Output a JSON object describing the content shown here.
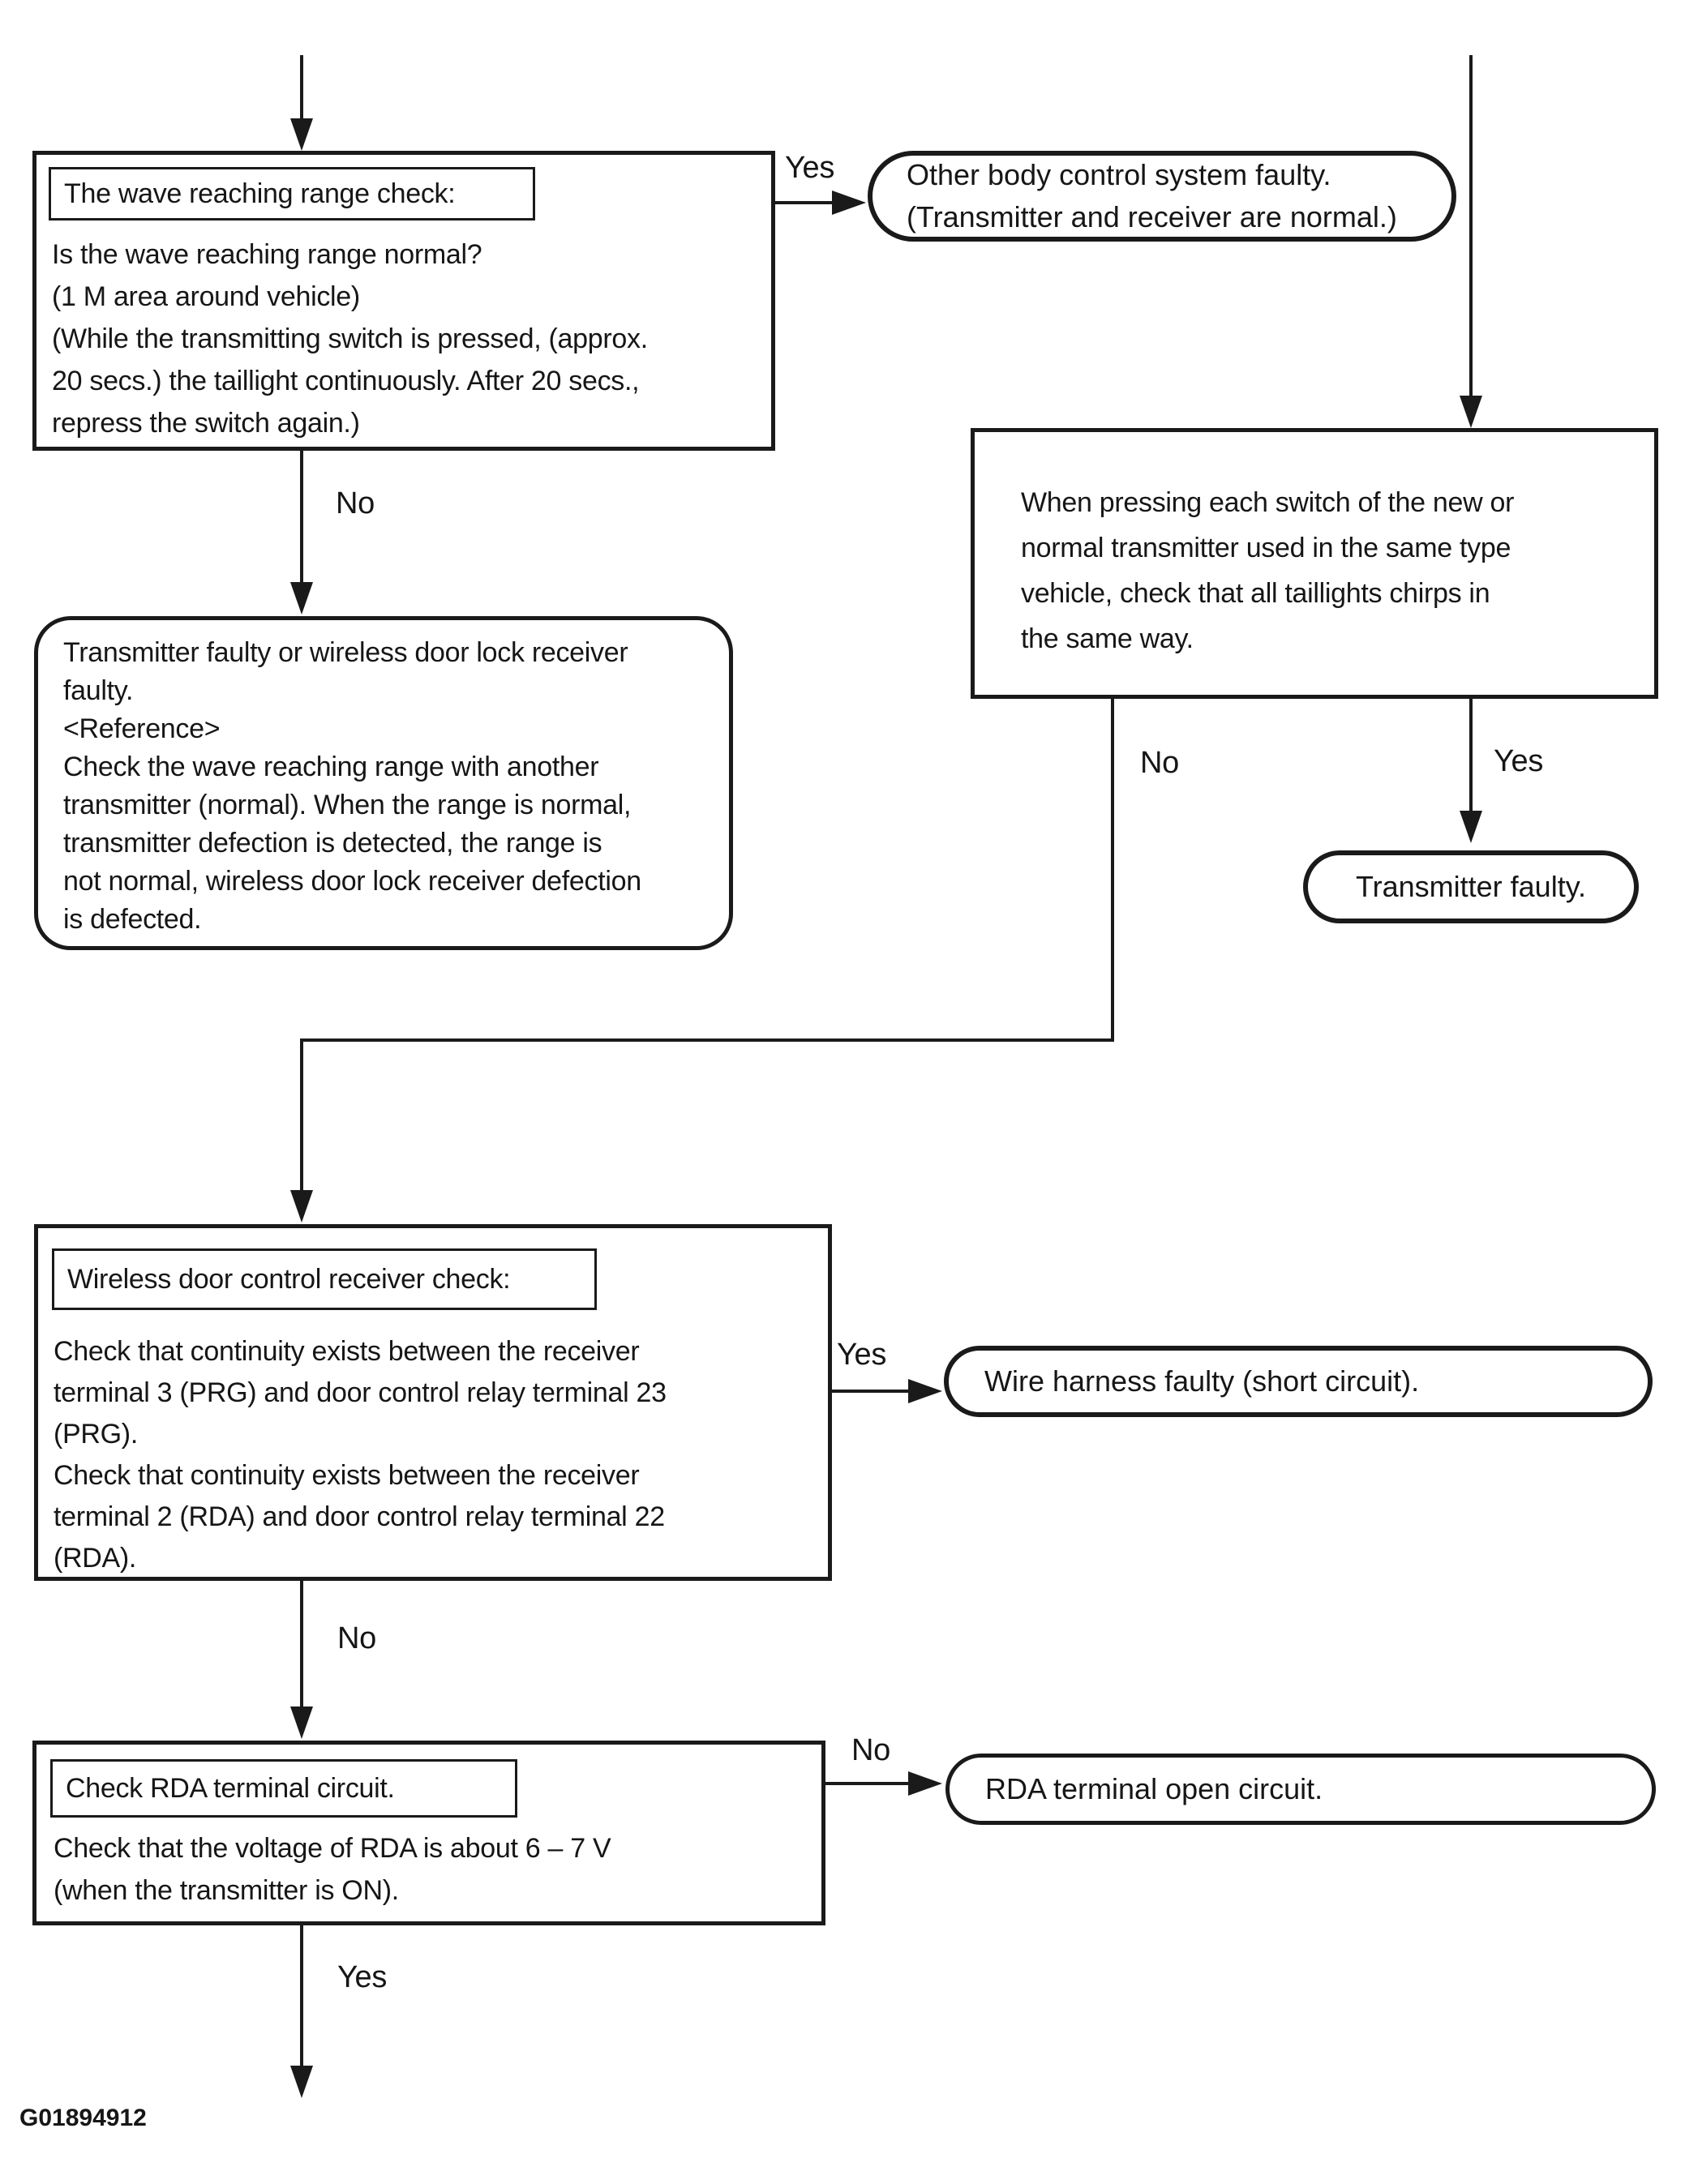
{
  "diagram": {
    "footer": "G01894912",
    "labels": {
      "yes": "Yes",
      "no": "No"
    },
    "colors": {
      "ink": "#1a1a1a",
      "background": "#ffffff"
    },
    "nodes": {
      "wave_check": {
        "type": "process",
        "title": "The wave reaching range check:",
        "lines": [
          "Is the wave reaching range normal?",
          "(1 M area around vehicle)",
          "(While the transmitting switch is pressed, (approx.",
          "20 secs.) the taillight continuously. After 20 secs.,",
          "repress the switch again.)"
        ]
      },
      "other_body_faulty": {
        "type": "terminal",
        "lines": [
          "Other body control system faulty.",
          "(Transmitter and receiver are normal.)"
        ]
      },
      "transmitter_or_receiver_faulty": {
        "type": "note",
        "lines": [
          "Transmitter faulty or wireless door lock receiver",
          "faulty.",
          "<Reference>",
          "Check the wave reaching range with another",
          "transmitter (normal). When the range is normal,",
          "transmitter defection is detected, the range is",
          "not normal, wireless door lock receiver defection",
          "is defected."
        ]
      },
      "new_transmitter_check": {
        "type": "process",
        "lines": [
          "When pressing each switch of the new or",
          "normal transmitter used in the same type",
          "vehicle, check that all taillights chirps in",
          "the same way."
        ]
      },
      "transmitter_faulty": {
        "type": "terminal",
        "lines": [
          "Transmitter faulty."
        ]
      },
      "receiver_check": {
        "type": "process",
        "title": "Wireless door control receiver check:",
        "lines": [
          "Check that continuity exists between the receiver",
          "terminal 3 (PRG) and door control relay terminal 23",
          "(PRG).",
          "Check that continuity exists between the receiver",
          "terminal 2 (RDA) and door control relay terminal 22",
          "(RDA)."
        ]
      },
      "wire_harness_faulty": {
        "type": "terminal",
        "lines": [
          "Wire harness faulty (short circuit)."
        ]
      },
      "rda_check": {
        "type": "process",
        "title": "Check RDA terminal circuit.",
        "lines": [
          "Check that the voltage of RDA is about 6 – 7 V",
          "(when the transmitter is ON)."
        ]
      },
      "rda_open_circuit": {
        "type": "terminal",
        "lines": [
          "RDA terminal open circuit."
        ]
      }
    }
  }
}
